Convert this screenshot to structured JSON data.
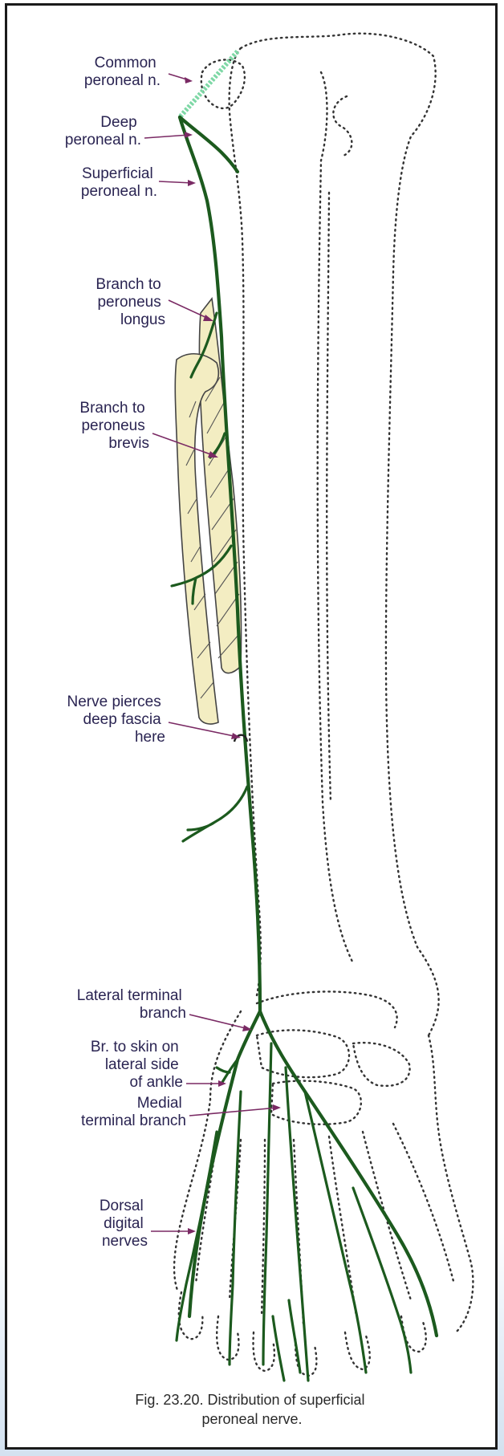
{
  "labels": {
    "common_peroneal": [
      "Common",
      "peroneal n."
    ],
    "deep_peroneal": [
      "Deep",
      "peroneal n."
    ],
    "superficial_peroneal": [
      "Superficial",
      "peroneal n."
    ],
    "branch_longus": [
      "Branch to",
      "peroneus",
      "longus"
    ],
    "branch_brevis": [
      "Branch to",
      "peroneus",
      "brevis"
    ],
    "pierces_fascia": [
      "Nerve pierces",
      "deep fascia",
      "here"
    ],
    "lateral_terminal": [
      "Lateral terminal",
      "branch"
    ],
    "skin_ankle": [
      "Br. to skin on",
      "lateral side",
      "of ankle"
    ],
    "medial_terminal": [
      "Medial",
      "terminal branch"
    ],
    "dorsal_digital": [
      "Dorsal",
      "digital",
      "nerves"
    ]
  },
  "caption": [
    "Fig. 23.20. Distribution of superficial",
    "peroneal nerve."
  ],
  "colors": {
    "nerve": "#1c5a1e",
    "deep_nerve": "#7ed8a6",
    "pointer": "#7a2a64",
    "muscle_fill": "#f3edc2",
    "label_text": "#2a2452"
  }
}
